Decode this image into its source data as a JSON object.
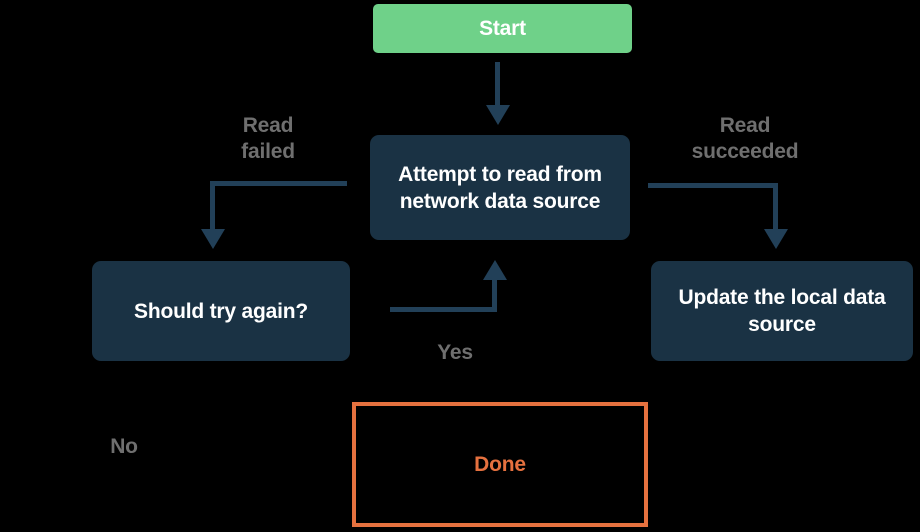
{
  "colors": {
    "bg": "#000000",
    "green": "#6fd189",
    "navy": "#1a3244",
    "arrow": "#224058",
    "gray": "#6f6f6f",
    "orange": "#e5713f",
    "white": "#ffffff"
  },
  "diagram": {
    "type": "flowchart",
    "nodes": {
      "start": {
        "label": "Start",
        "shape": "rounded-rect",
        "fill": "green",
        "text_color": "white"
      },
      "attempt": {
        "label": "Attempt to read from\nnetwork data source",
        "shape": "rounded-rect",
        "fill": "navy",
        "text_color": "white"
      },
      "should_try": {
        "label": "Should try again?",
        "shape": "rounded-rect",
        "fill": "navy",
        "text_color": "white"
      },
      "update": {
        "label": "Update the local data\nsource",
        "shape": "rounded-rect",
        "fill": "navy",
        "text_color": "white"
      },
      "done": {
        "label": "Done",
        "shape": "rect-outline",
        "fill": "none",
        "border_color": "orange",
        "text_color": "orange"
      }
    },
    "edges": [
      {
        "from": "start",
        "to": "attempt",
        "label": ""
      },
      {
        "from": "attempt",
        "to": "should_try",
        "label": "Read\nfailed"
      },
      {
        "from": "attempt",
        "to": "update",
        "label": "Read\nsucceeded"
      },
      {
        "from": "should_try",
        "to": "attempt",
        "label": "Yes"
      },
      {
        "from": "should_try",
        "to": "done",
        "label": "No"
      }
    ]
  }
}
